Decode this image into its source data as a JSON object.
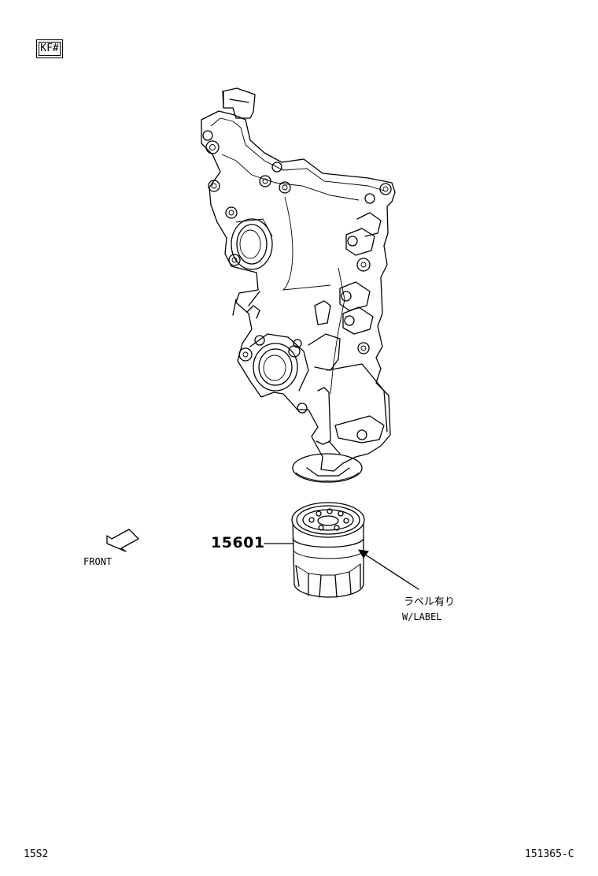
{
  "header": {
    "badge": "KF#"
  },
  "callouts": {
    "part_number": "15601",
    "front": "FRONT",
    "label_jp": "ラベル有り",
    "label_en": "W/LABEL"
  },
  "footer": {
    "left_code": "15S2",
    "right_code": "151365-C"
  },
  "icons": {
    "front_arrow": "front-arrow-icon",
    "oil_pump_cover": "oil-pump-cover-icon",
    "oil_filter": "oil-filter-icon"
  }
}
